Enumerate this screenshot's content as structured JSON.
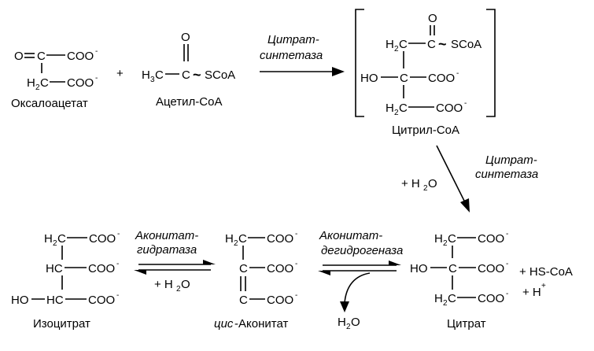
{
  "colors": {
    "ink": "#000000",
    "background": "#ffffff"
  },
  "atoms": {
    "coo": "COO",
    "minus": "-",
    "o": "O",
    "c": "C",
    "h2c": "H",
    "h3c": "H",
    "two": "2",
    "three": "3",
    "h": "H",
    "hc": "HC",
    "ho": "HO",
    "scoa": "SCoA",
    "tilde": "~",
    "plus": "+"
  },
  "compounds": {
    "oxaloacetate": "Оксалоацетат",
    "acetyl_coa": "Ацетил-CoA",
    "citryl_coa": "Цитрил-CoA",
    "citrate": "Цитрат",
    "cis_prefix": "цис",
    "cis_aconitate_rest": "-Аконитат",
    "isocitrate": "Изоцитрат"
  },
  "enzymes": {
    "citrate_synthase_line1": "Цитрат-",
    "citrate_synthase_line2": "синтетаза",
    "aconitate_dehydrogenase_line1": "Аконитат-",
    "aconitate_dehydrogenase_line2": "дегидрогеназа",
    "aconitate_hydratase_line1": "Аконитат-",
    "aconitate_hydratase_line2": "гидратаза"
  },
  "reagents": {
    "water_plus": "+ H",
    "water_o": "O",
    "water_h2o": "H",
    "hs_coa": "+ HS-CoA",
    "proton": "+ H",
    "proton_charge": "+"
  }
}
